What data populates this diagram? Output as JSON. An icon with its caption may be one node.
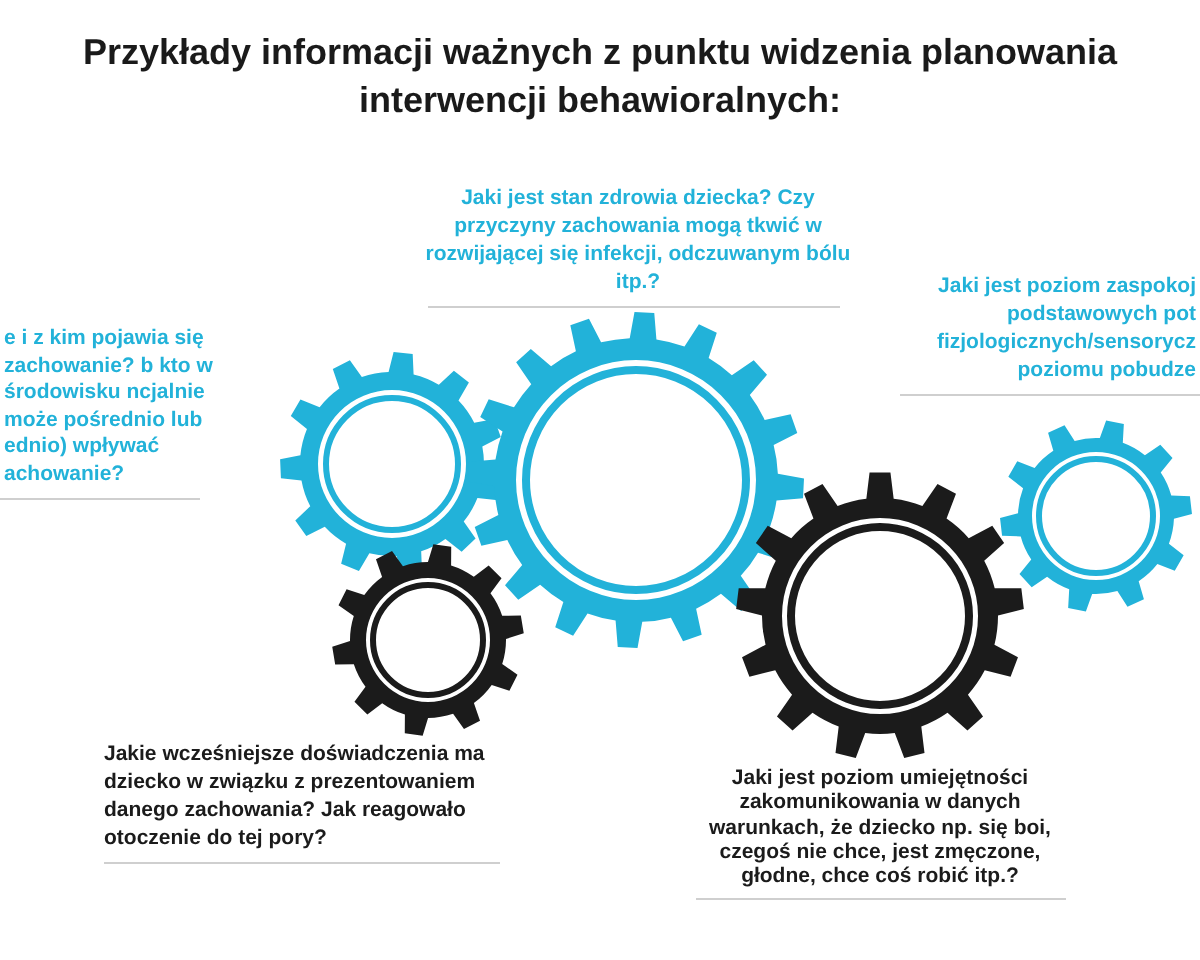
{
  "diagram": {
    "title": "Przykłady informacji ważnych z punktu widzenia planowania interwencji behawioralnych:",
    "labels": [
      "Jaki jest stan zdrowia dziecka? Czy przyczyny zachowania mogą tkwić w rozwijającej się infekcji, odczuwanym bólu itp.?",
      "e i z kim pojawia się zachowanie? b kto w środowisku ncjalnie może pośrednio lub ednio) wpływać achowanie?",
      "Jaki jest poziom zaspokoj podstawowych pot fizjologicznych/sensorycz poziomu pobudze",
      "Jakie wcześniejsze doświadczenia ma dziecko w związku z prezentowaniem danego zachowania? Jak reagowało otoczenie do tej pory?",
      "Jaki jest poziom umiejętności zakomunikowania w danych warunkach, że dziecko np. się boi, czegoś nie chce, jest zmęczone, głodne, chce coś robić itp.?"
    ]
  }
}
